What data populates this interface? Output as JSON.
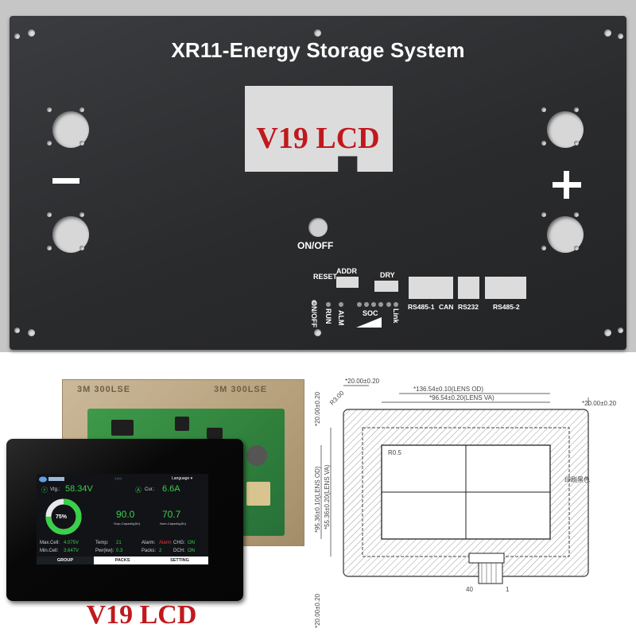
{
  "panel": {
    "title": "XR11-Energy Storage System",
    "display_cutout_label": "V19 LCD",
    "minus_symbol": "minus",
    "plus_symbol": "plus",
    "power_label": "ON/OFF",
    "reset_label": "RESET",
    "addr_label": "ADDR",
    "dry_label": "DRY",
    "port_labels": [
      "RS485-1",
      "CAN",
      "RS232",
      "RS485-2"
    ],
    "indicator_labels": [
      "ON/OFF",
      "RUN",
      "ALM"
    ],
    "soc_label": "SOC",
    "link_label": "Link"
  },
  "lcd": {
    "voltage_label": "Vtg.:",
    "voltage_value": "58.34V",
    "current_label": "Cur.:",
    "current_value": "6.6A",
    "language_label": "Language",
    "soc_percent_text": "75%",
    "soc_fraction": 0.75,
    "remaining_capacity_value": "90.0",
    "remaining_capacity_label": "Surp-Capacity(Ah)",
    "nominal_capacity_value": "70.7",
    "nominal_capacity_label": "Nom-Capacity(Ah)",
    "max_cell_label": "Max.Cell:",
    "max_cell_value": "4.075V",
    "min_cell_label": "Min.Cell:",
    "min_cell_value": "3.647V",
    "temp_label": "Temp:",
    "temp_value": "21",
    "power_label": "Pwr(kw):",
    "power_value": "0.3",
    "alarm_label": "Alarm:",
    "alarm_value": "Alarm",
    "packs_label": "Packs:",
    "packs_value": "2",
    "chg_label": "CHG:",
    "chg_value": "ON",
    "dch_label": "DCH:",
    "dch_value": "ON",
    "tabs": [
      "GROUP",
      "PACKS",
      "SETTING"
    ],
    "active_tab": "GROUP",
    "tape_text": "3M 300LSE"
  },
  "bottom_label": "V19 LCD",
  "drawing": {
    "dim_top_left": "*20.00±0.20",
    "dim_outer": "*136.54±0.10(LENS OD)",
    "dim_inner": "*96.54±0.20(LENS VA)",
    "dim_top_right": "*20.00±0.20",
    "dim_left_outer": "*95.36±0.10(LENS OD)",
    "dim_left_inner": "*55.36±0.20(LENS VA)",
    "dim_left_top": "*20.00±0.20",
    "dim_left_bottom": "*20.00±0.20",
    "dim_radius": "R3.00",
    "dim_small": "R0.5",
    "side_note": "印刷黑色",
    "pin_start": "40",
    "pin_end": "1"
  },
  "colors": {
    "panel": "#2c2d2f",
    "accent_red": "#c0191d",
    "lcd_green": "#39d04a",
    "alarm_red": "#e53a3a",
    "pcb_green": "#2f7f3b"
  }
}
